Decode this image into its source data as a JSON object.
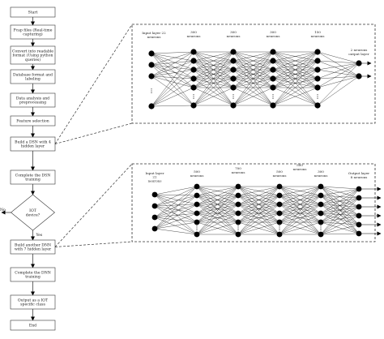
{
  "flowchart": {
    "steps": [
      {
        "id": "start",
        "label": "Start"
      },
      {
        "id": "pcap",
        "lines": [
          "Pcap files (Real-time",
          "capturing)"
        ]
      },
      {
        "id": "convert",
        "lines": [
          "Convert into readable",
          "format (Using python",
          "queries)"
        ]
      },
      {
        "id": "database",
        "lines": [
          "Database format and",
          "labeling"
        ]
      },
      {
        "id": "analysis",
        "lines": [
          "Data analysis and",
          "preprocessing"
        ]
      },
      {
        "id": "feature",
        "label": "Feature selection"
      },
      {
        "id": "build_dsn",
        "lines": [
          "Build a DSN with 4",
          "hidden layer"
        ]
      },
      {
        "id": "complete_dsn",
        "lines": [
          "Complete the DSN",
          "training"
        ]
      },
      {
        "id": "iot",
        "lines": [
          "IOT",
          "device?"
        ]
      },
      {
        "id": "build_dnn",
        "lines": [
          "Build another DNN",
          "with 7 hidden layer"
        ]
      },
      {
        "id": "complete_dnn",
        "lines": [
          "Complete the DNN",
          "training"
        ]
      },
      {
        "id": "output",
        "lines": [
          "Output as a IOT",
          "specific class"
        ]
      },
      {
        "id": "end",
        "label": "End"
      }
    ],
    "yes_label": "Yes",
    "no_label": "No"
  },
  "network_top": {
    "layer_labels": [
      {
        "lines": [
          "Input layer 22",
          "neurons"
        ]
      },
      {
        "lines": [
          "300",
          "neurons"
        ]
      },
      {
        "lines": [
          "300",
          "neurons"
        ]
      },
      {
        "lines": [
          "300",
          "neurons"
        ]
      },
      {
        "lines": [
          "150",
          "neurons"
        ]
      },
      {
        "lines": [
          "2 neurons",
          "output layer"
        ]
      }
    ]
  },
  "network_bottom": {
    "layer_labels": [
      {
        "lines": [
          "Input layer",
          "22",
          "neurons"
        ]
      },
      {
        "lines": [
          "500",
          "neurons"
        ]
      },
      {
        "lines": [
          "700",
          "neurons"
        ]
      },
      {
        "lines": [
          "500",
          "neurons"
        ]
      },
      {
        "lines": [
          "500",
          "neurons"
        ]
      },
      {
        "lines": [
          "300",
          "neurons"
        ]
      },
      {
        "lines": [
          "Output layer",
          "8 neurons"
        ]
      }
    ]
  },
  "colors": {
    "line": "#000000",
    "node": "#000000",
    "box_border": "#333333"
  }
}
